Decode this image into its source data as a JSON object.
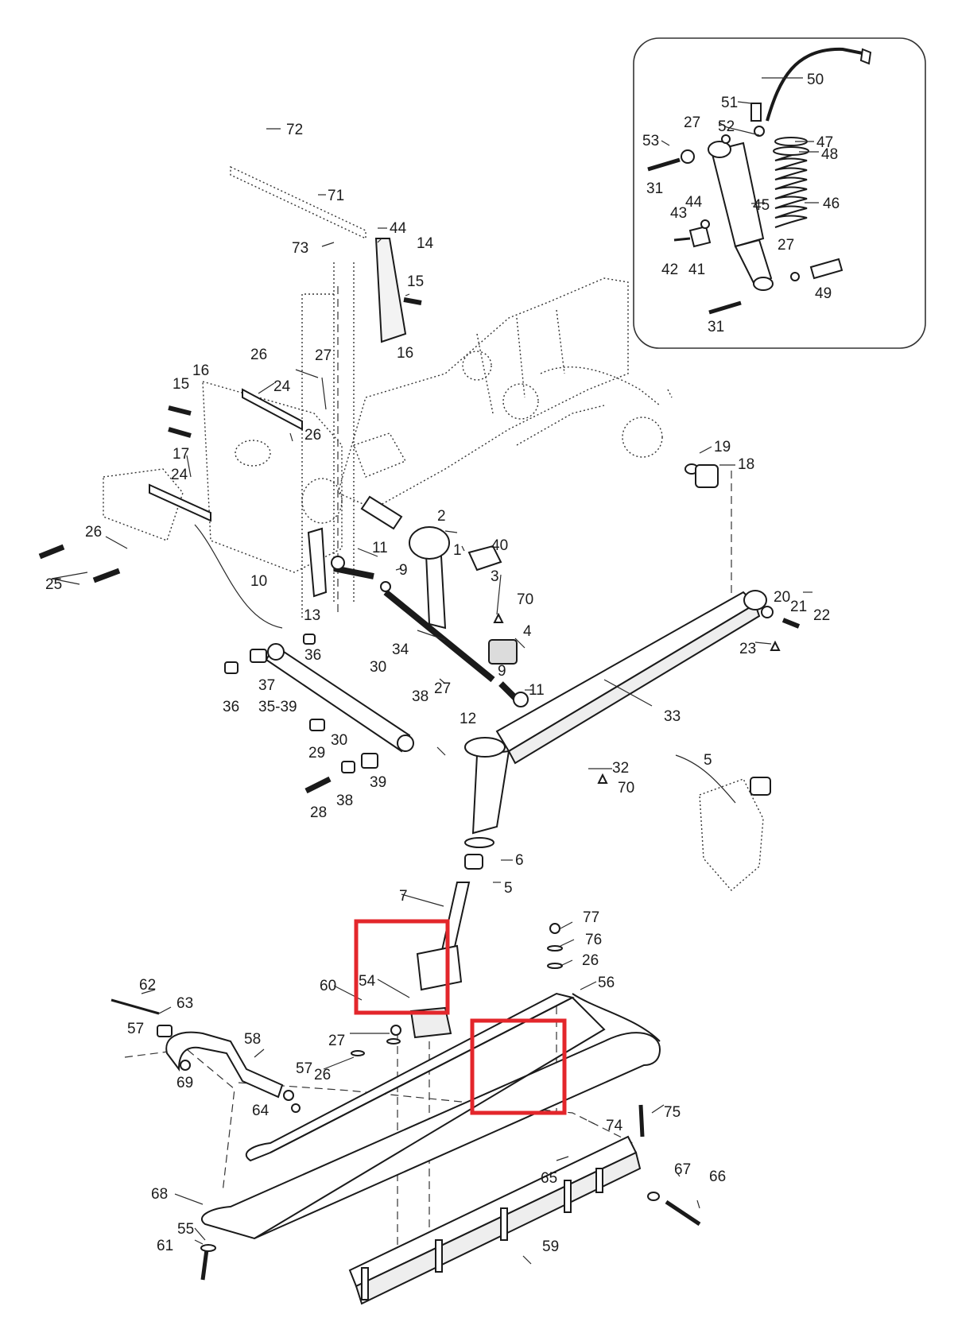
{
  "diagram": {
    "labels": {
      "l1": "1",
      "l2": "2",
      "l3": "3",
      "l4": "4",
      "l5a": "5",
      "l5b": "5",
      "l6": "6",
      "l7": "7",
      "l9a": "9",
      "l9b": "9",
      "l10": "10",
      "l11a": "11",
      "l11b": "11",
      "l12": "12",
      "l13": "13",
      "l14": "14",
      "l15a": "15",
      "l15b": "15",
      "l16a": "16",
      "l16b": "16",
      "l17": "17",
      "l18": "18",
      "l19": "19",
      "l20": "20",
      "l21": "21",
      "l22": "22",
      "l23": "23",
      "l24a": "24",
      "l24b": "24",
      "l25": "25",
      "l26a": "26",
      "l26b": "26",
      "l26c": "26",
      "l26d": "26",
      "l26e": "26",
      "l27a": "27",
      "l27b": "27",
      "l27c": "27",
      "l27d": "27",
      "l27e": "27",
      "l28": "28",
      "l29": "29",
      "l30a": "30",
      "l30b": "30",
      "l31a": "31",
      "l31b": "31",
      "l32": "32",
      "l33": "33",
      "l34": "34",
      "l35": "35-39",
      "l36a": "36",
      "l36b": "36",
      "l37": "37",
      "l38a": "38",
      "l38b": "38",
      "l39": "39",
      "l40": "40",
      "l41": "41",
      "l42": "42",
      "l43": "43",
      "l44a": "44",
      "l44b": "44",
      "l45": "45",
      "l46": "46",
      "l47": "47",
      "l48": "48",
      "l49": "49",
      "l50": "50",
      "l51": "51",
      "l52": "52",
      "l53": "53",
      "l54": "54",
      "l55": "55",
      "l56": "56",
      "l57a": "57",
      "l57b": "57",
      "l58": "58",
      "l59": "59",
      "l60": "60",
      "l61": "61",
      "l62": "62",
      "l63": "63",
      "l64": "64",
      "l65": "65",
      "l66": "66",
      "l67": "67",
      "l68": "68",
      "l69": "69",
      "l70a": "70",
      "l70b": "70",
      "l71": "71",
      "l72": "72",
      "l73": "73",
      "l74": "74",
      "l75": "75",
      "l76": "76",
      "l77": "77"
    },
    "highlight_color": "#e3262b"
  }
}
